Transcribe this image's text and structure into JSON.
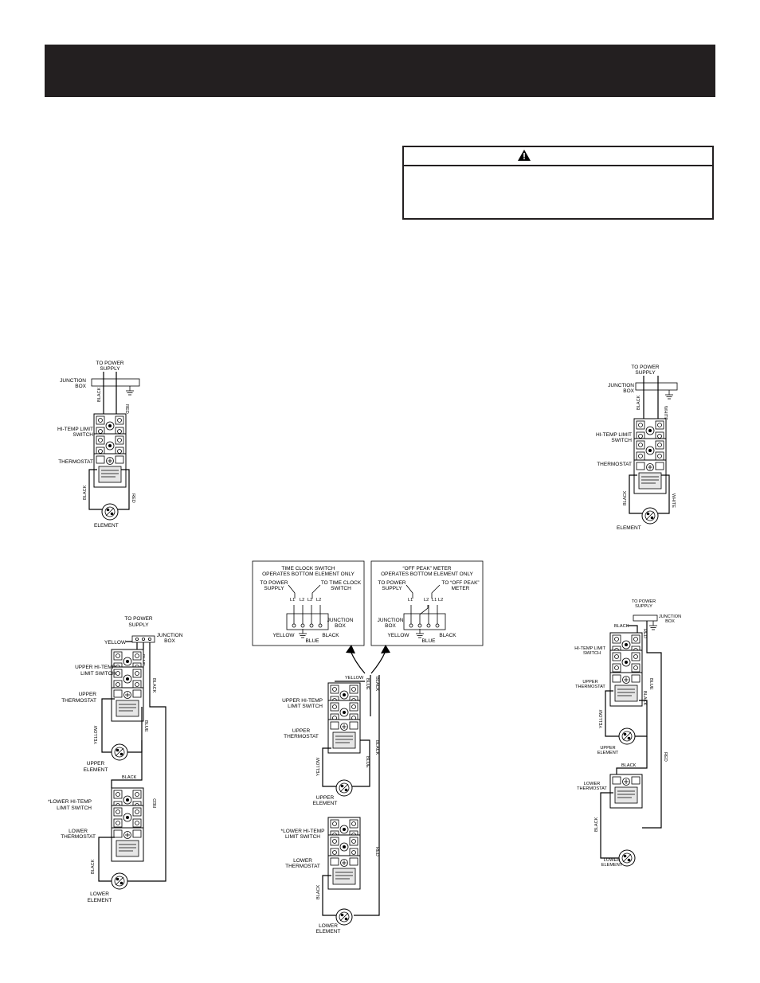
{
  "labels": {
    "to_power_supply_1": "TO POWER",
    "to_power_supply_2": "SUPPLY",
    "junction_1": "JUNCTION",
    "junction_2": "BOX",
    "hi_temp_1": "HI-TEMP LIMIT",
    "hi_temp_2": "SWITCH",
    "thermostat": "THERMOSTAT",
    "element": "ELEMENT",
    "black": "BLACK",
    "red": "RED",
    "white": "WHITE",
    "yellow": "YELLOW",
    "blue": "BLUE",
    "upper_hi_temp_1": "UPPER HI-TEMP",
    "upper_hi_temp_2": "LIMIT SWITCH",
    "upper_thermostat_1": "UPPER",
    "upper_thermostat_2": "THERMOSTAT",
    "upper_element_1": "UPPER",
    "upper_element_2": "ELEMENT",
    "lower_hi_temp_1": "*LOWER HI-TEMP",
    "lower_hi_temp_2": "LIMIT SWITCH",
    "lower_thermostat_1": "LOWER",
    "lower_thermostat_2": "THERMOSTAT",
    "lower_element_1": "LOWER",
    "lower_element_2": "ELEMENT",
    "time_clock_1": "TIME CLOCK SWITCH",
    "time_clock_2": "OPERATES BOTTOM ELEMENT ONLY",
    "off_peak_1": "“OFF PEAK” METER",
    "off_peak_2": "OPERATES BOTTOM ELEMENT ONLY",
    "to_time_clock_1": "TO TIME CLOCK",
    "to_time_clock_2": "SWITCH",
    "to_off_peak_1": "TO “OFF PEAK”",
    "to_off_peak_2": "METER",
    "l1": "L1",
    "l2": "L2"
  },
  "icons": {
    "warning": "warning-triangle-icon"
  }
}
